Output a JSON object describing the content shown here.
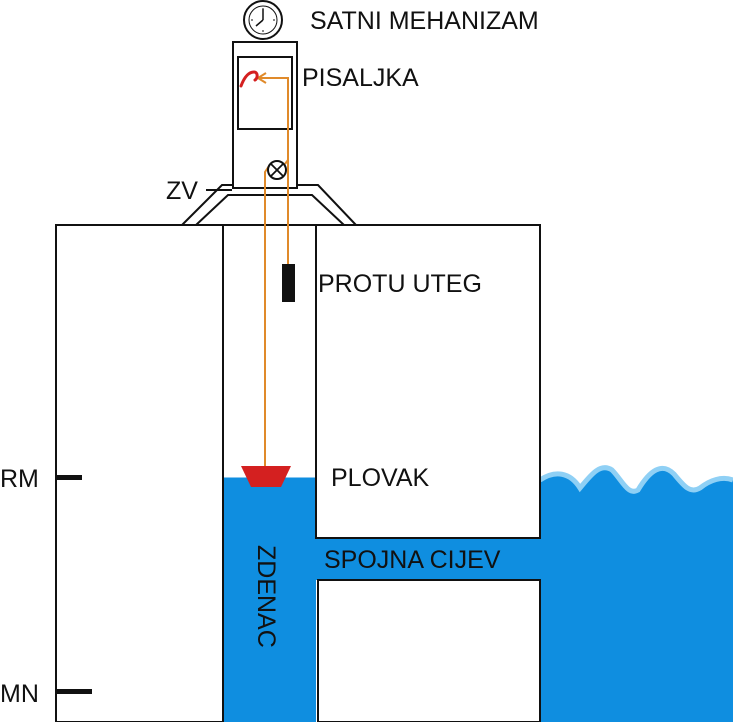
{
  "labels": {
    "clock": "SATNI MEHANIZAM",
    "pen": "PISALJKA",
    "zv": "ZV",
    "counterweight": "PROTU UTEG",
    "float": "PLOVAK",
    "rm": "RM",
    "pipe": "SPOJNA CIJEV",
    "well": "ZDENAC",
    "mn": "MN"
  },
  "icons": {
    "clock": "clock-icon",
    "pulley": "pulley-icon",
    "pen": "pen-icon"
  },
  "colors": {
    "water": "#0f8ee0",
    "water_edge": "#8fd0f5",
    "cable": "#e08a2a",
    "float": "#d42020",
    "pen": "#d42020",
    "outline": "#111111",
    "counterweight": "#111111"
  }
}
